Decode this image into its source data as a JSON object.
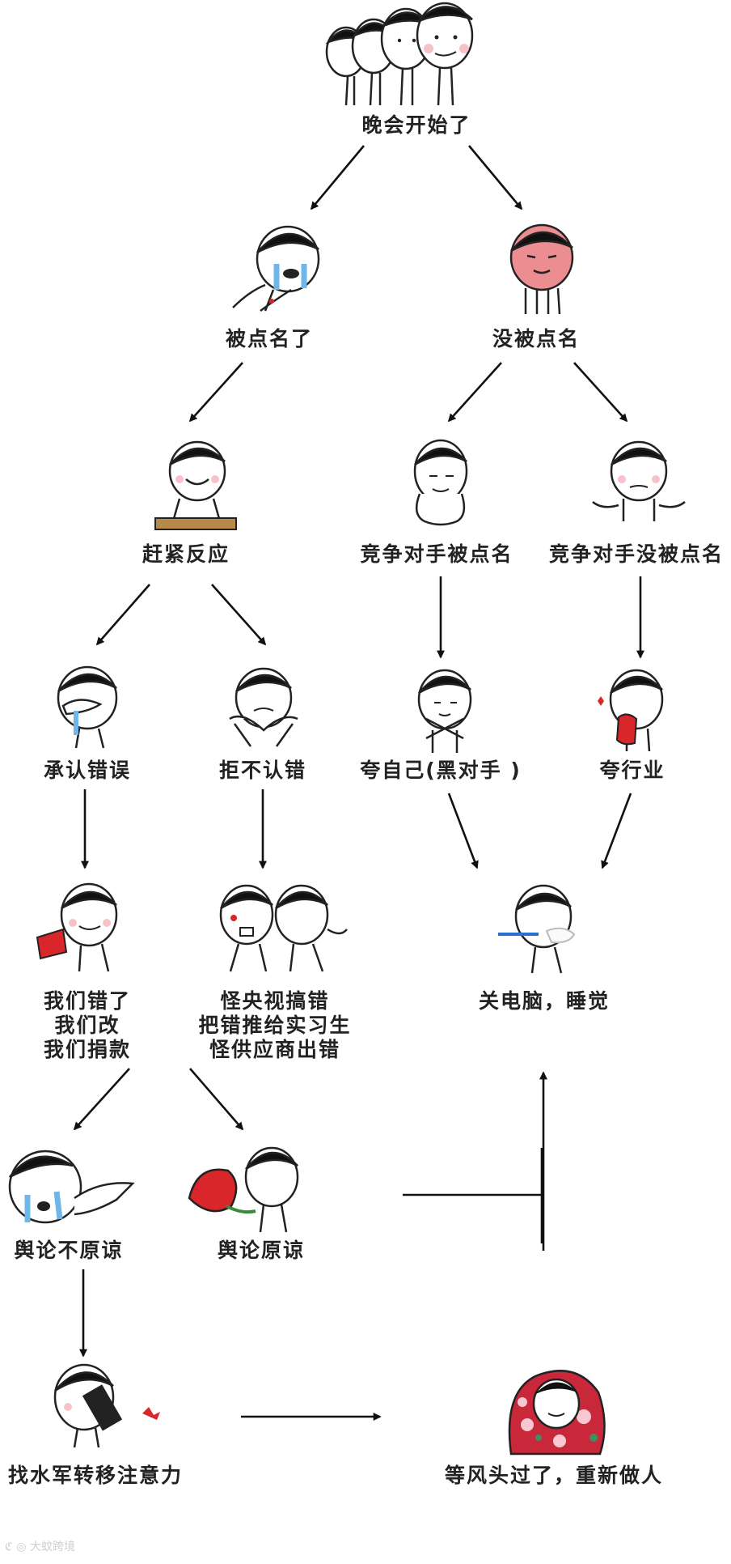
{
  "nodes": {
    "start": "晚会开始了",
    "called": "被点名了",
    "not_called": "没被点名",
    "react": "赶紧反应",
    "rival_called": "竞争对手被点名",
    "rival_not_called": "竞争对手没被点名",
    "admit": "承认错误",
    "deny": "拒不认错",
    "praise_self": "夸自己(黑对手 )",
    "praise_industry": "夸行业",
    "apology_1": "我们错了",
    "apology_2": "我们改",
    "apology_3": "我们捐款",
    "blame_1": "怪央视搞错",
    "blame_2": "把错推给实习生",
    "blame_3": "怪供应商出错",
    "sleep": "关电脑，睡觉",
    "not_forgiven": "舆论不原谅",
    "forgiven": "舆论原谅",
    "distract": "找水军转移注意力",
    "restart": "等风头过了，重新做人"
  },
  "watermark": "大蚊跨境",
  "colors": {
    "ink": "#222222",
    "blush": "#f4a9b0",
    "red_face": "#ec8d92",
    "tear": "#6fb7e8",
    "blood": "#d9262b"
  }
}
